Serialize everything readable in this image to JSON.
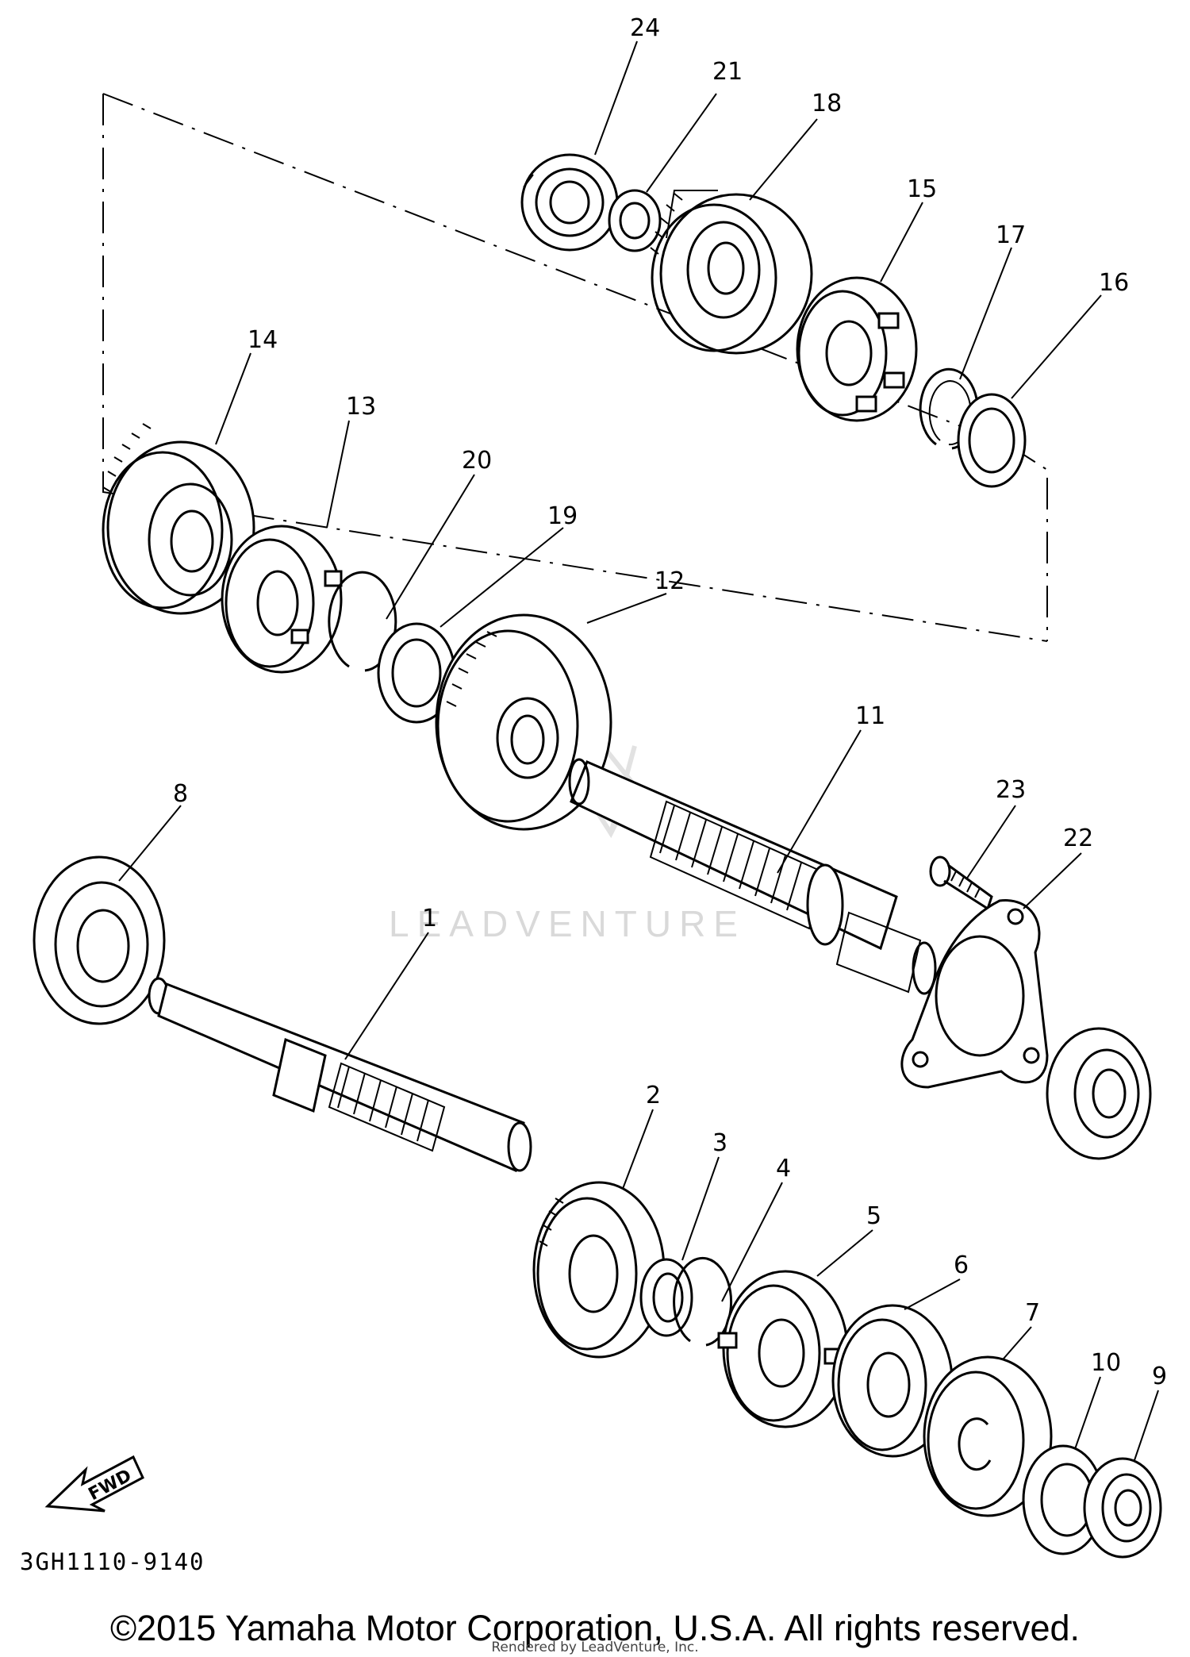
{
  "diagram": {
    "callouts": [
      "24",
      "21",
      "18",
      "15",
      "17",
      "16",
      "14",
      "13",
      "20",
      "19",
      "12",
      "11",
      "23",
      "22",
      "8",
      "1",
      "2",
      "3",
      "4",
      "5",
      "6",
      "7",
      "10",
      "9"
    ],
    "fwd_label": "FWD",
    "diagram_code": "3GH1110-9140",
    "watermark": "LEADVENTURE"
  },
  "footer": {
    "copyright": "©2015 Yamaha Motor Corporation, U.S.A. All rights reserved.",
    "rendered_by": "Rendered by LeadVenture, Inc."
  }
}
